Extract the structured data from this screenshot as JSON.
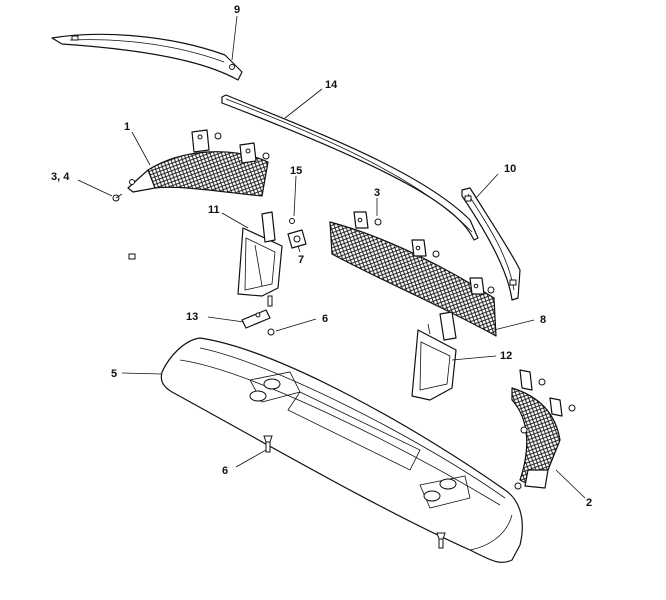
{
  "callouts": [
    {
      "id": "c1",
      "text": "1"
    },
    {
      "id": "c2",
      "text": "2"
    },
    {
      "id": "c34",
      "text": "3, 4"
    },
    {
      "id": "c3",
      "text": "3"
    },
    {
      "id": "c5",
      "text": "5"
    },
    {
      "id": "c6a",
      "text": "6"
    },
    {
      "id": "c6b",
      "text": "6"
    },
    {
      "id": "c7",
      "text": "7"
    },
    {
      "id": "c8",
      "text": "8"
    },
    {
      "id": "c9",
      "text": "9"
    },
    {
      "id": "c10",
      "text": "10"
    },
    {
      "id": "c11",
      "text": "11"
    },
    {
      "id": "c12",
      "text": "12"
    },
    {
      "id": "c13",
      "text": "13"
    },
    {
      "id": "c14",
      "text": "14"
    },
    {
      "id": "c15",
      "text": "15"
    }
  ]
}
